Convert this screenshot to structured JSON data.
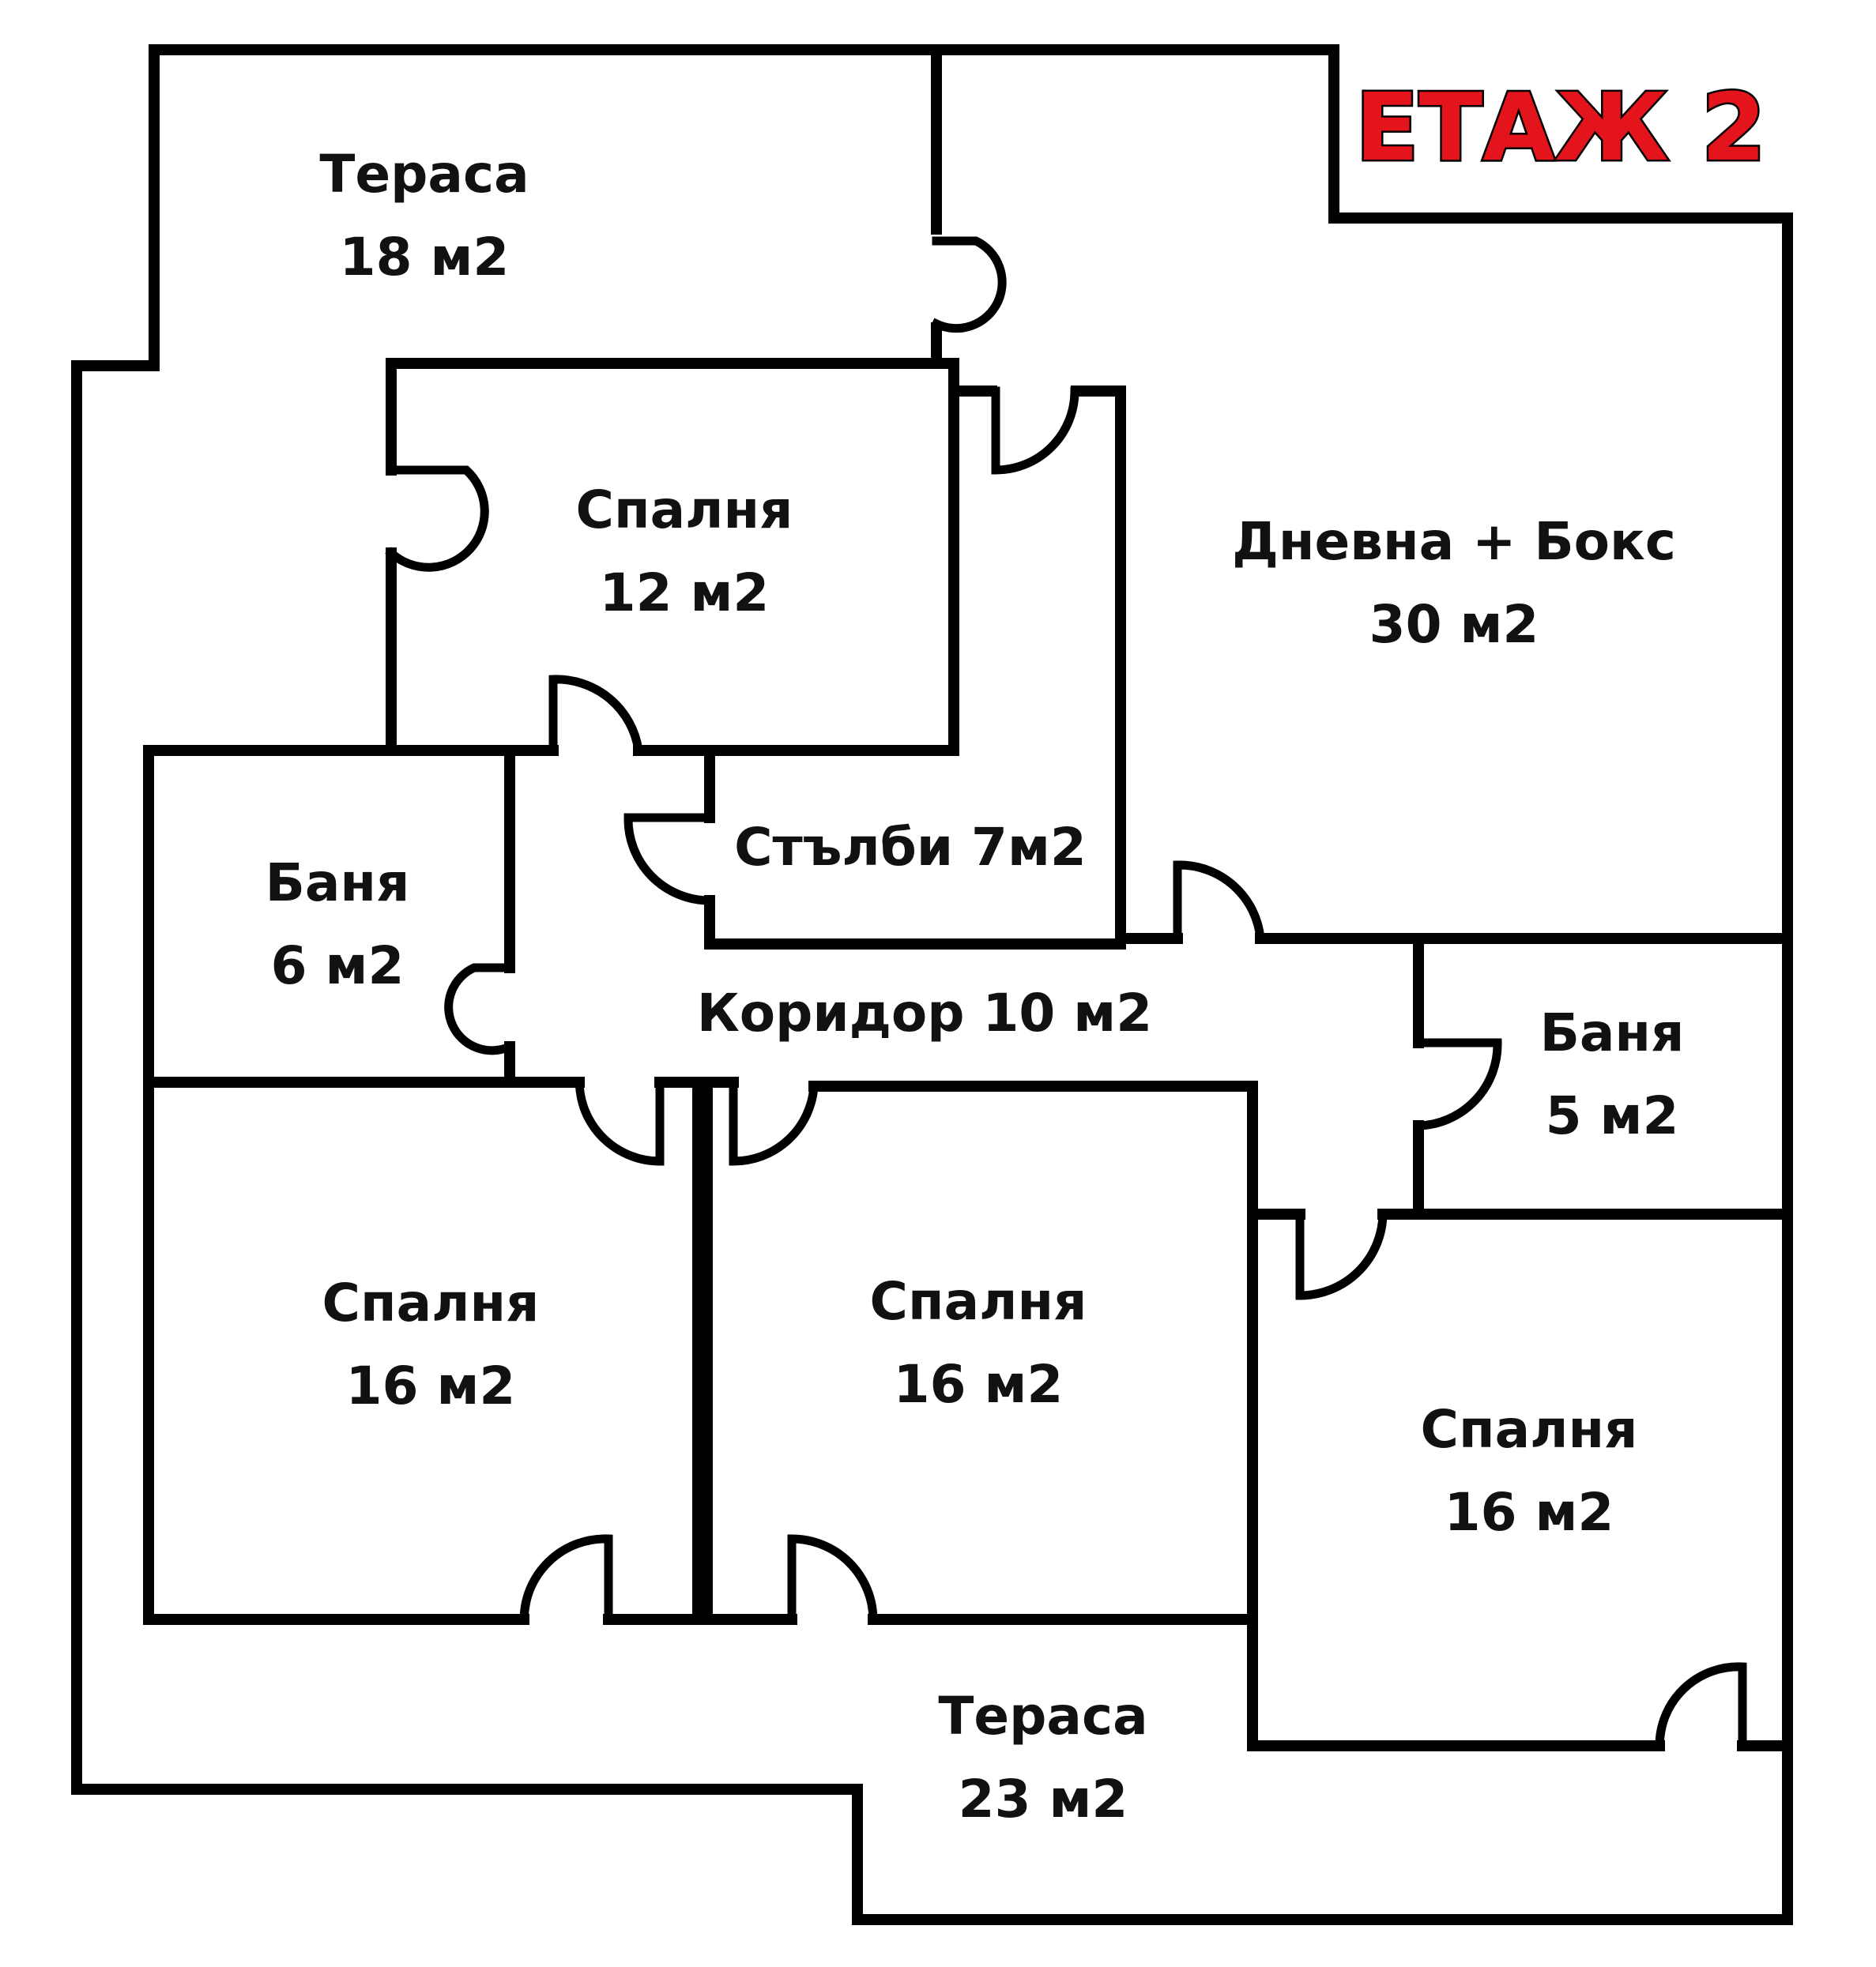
{
  "floor_title": "ЕТАЖ 2",
  "colors": {
    "title": "#e3141b",
    "walls": "#000000",
    "text": "#111111"
  },
  "rooms": [
    {
      "id": "terrace-top",
      "name": "Тераса",
      "area": "18 м2"
    },
    {
      "id": "bedroom-12",
      "name": "Спалня",
      "area": "12 м2"
    },
    {
      "id": "living",
      "name": "Дневна + Бокс",
      "area": "30 м2"
    },
    {
      "id": "bath-6",
      "name": "Баня",
      "area": "6 м2"
    },
    {
      "id": "stairs",
      "name": "Стълби 7м2"
    },
    {
      "id": "corridor",
      "name": "Коридор 10 м2"
    },
    {
      "id": "bath-5",
      "name": "Баня",
      "area": "5 м2"
    },
    {
      "id": "bedroom-16-left",
      "name": "Спалня",
      "area": "16 м2"
    },
    {
      "id": "bedroom-16-mid",
      "name": "Спалня",
      "area": "16 м2"
    },
    {
      "id": "bedroom-16-right",
      "name": "Спалня",
      "area": "16 м2"
    },
    {
      "id": "terrace-bottom",
      "name": "Тераса",
      "area": "23 м2"
    }
  ]
}
